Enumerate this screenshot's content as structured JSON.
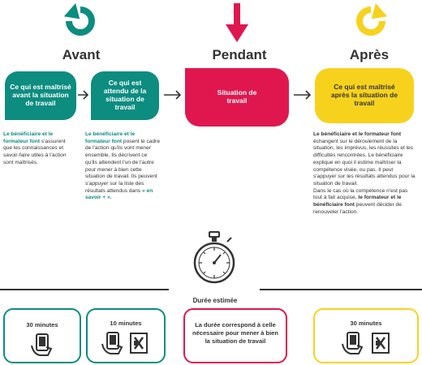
{
  "phases": {
    "avant": {
      "title": "Avant",
      "color": "#0d8c80"
    },
    "pendant": {
      "title": "Pendant",
      "color": "#e0174f"
    },
    "apres": {
      "title": "Après",
      "color": "#f7d21d"
    }
  },
  "bubbles": {
    "avant_1": "Ce qui est maîtrisé avant la situation de travail",
    "avant_2": "Ce qui est attendu de la situation de travail",
    "pendant": "Situation de travail",
    "apres": "Ce qui est maîtrisé après la situation de travail"
  },
  "descriptions": {
    "avant_1": {
      "lead": "Le bénéficiaire et le formateur font",
      "body": "s'assurent que les connaissances et savoir-faire utiles à l'action sont maîtrisés."
    },
    "avant_2": {
      "lead": "Le bénéficiaire et le formateur font",
      "body": "posent le cadre de l'action qu'ils vont mener ensemble. Ils décrivent ce qu'ils attendent l'un de l'autre pour mener à bien cette situation de travail. Ils peuvent s'appuyer sur la liste des résultats attendus dans",
      "link": "« en savoir + »."
    },
    "apres": {
      "lead": "Le bénéficiaire et le formateur font",
      "body": "échangent sur le déroulement de la situation, les imprévus, les réussites et les difficultés rencontrées. Le bénéficiaire explique en quoi il estime maîtriser la compétence visée, ou pas. Il peut s'appuyer sur les résultats attendus pour la situation de travail.",
      "body2": "Dans le cas où la compétence n'est pas tout à fait acquise,",
      "lead2": "le formateur et le bénéficiaire font",
      "body3": "peuvent décider de renouveler l'action."
    }
  },
  "duration": {
    "label": "Durée estimée",
    "cards": [
      {
        "text": "30 minutes",
        "color": "#0d8c80",
        "icon": "tablet-hand-icon"
      },
      {
        "text": "10 minutes",
        "color": "#0d8c80",
        "icon": "tablet-and-tool-icons"
      },
      {
        "text": "La durée correspond à celle nécessaire pour mener à bien la situation de travail",
        "color": "#e0174f",
        "icon": ""
      },
      {
        "text": "30 minutes",
        "color": "#f7d21d",
        "icon": "tablet-and-tool-icons"
      }
    ]
  }
}
